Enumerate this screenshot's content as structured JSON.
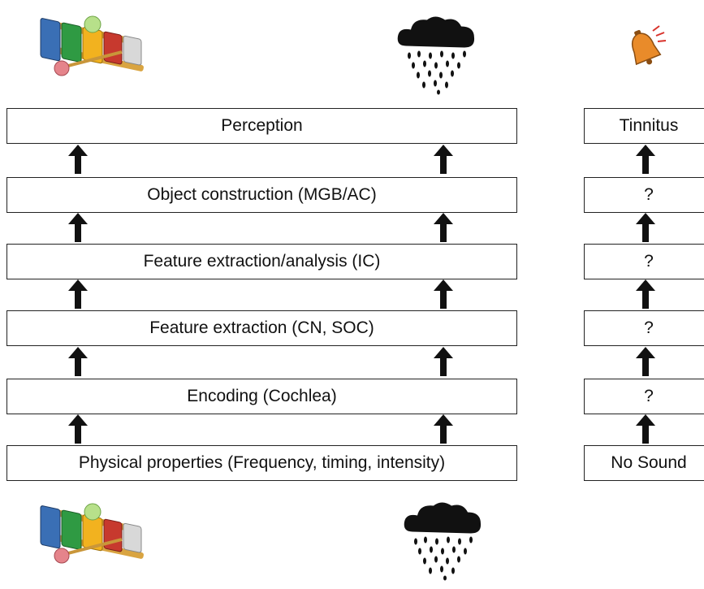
{
  "left_pathway": {
    "levels": [
      "Perception",
      "Object construction (MGB/AC)",
      "Feature extraction/analysis (IC)",
      "Feature extraction (CN, SOC)",
      "Encoding (Cochlea)",
      "Physical properties (Frequency, timing, intensity)"
    ]
  },
  "right_pathway": {
    "levels": [
      "Tinnitus",
      "?",
      "?",
      "?",
      "?",
      "No Sound"
    ]
  },
  "icons": {
    "top_left": "xylophone-icon",
    "top_middle": "rain-cloud-icon",
    "top_right": "ringing-bell-icon",
    "bottom_left": "xylophone-icon",
    "bottom_middle": "rain-cloud-icon"
  },
  "colors": {
    "box_border": "#222222",
    "arrow": "#111111",
    "bell": "#e98b2a",
    "cloud": "#111111"
  }
}
